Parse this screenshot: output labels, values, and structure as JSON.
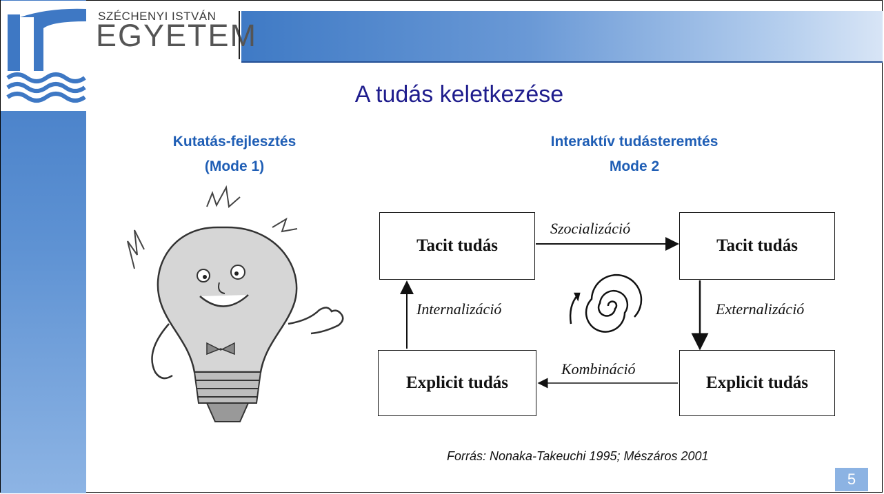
{
  "logo": {
    "line1": "SZÉCHENYI ISTVÁN",
    "line2": "EGYETEM"
  },
  "slide": {
    "title": "A tudás keletkezése",
    "page_number": "5"
  },
  "left_heading": {
    "line1": "Kutatás-fejlesztés",
    "line2": "(Mode 1)"
  },
  "right_heading": {
    "line1": "Interaktív tudásteremtés",
    "line2": "Mode 2"
  },
  "diagram": {
    "top_left": "Tacit tudás",
    "top_right": "Tacit tudás",
    "bottom_left": "Explicit tudás",
    "bottom_right": "Explicit tudás",
    "top_edge": "Szocializáció",
    "right_edge": "Externalizáció",
    "bottom_edge": "Kombináció",
    "left_edge": "Internalizáció"
  },
  "source": "Forrás: Nonaka-Takeuchi 1995; Mészáros 2001"
}
